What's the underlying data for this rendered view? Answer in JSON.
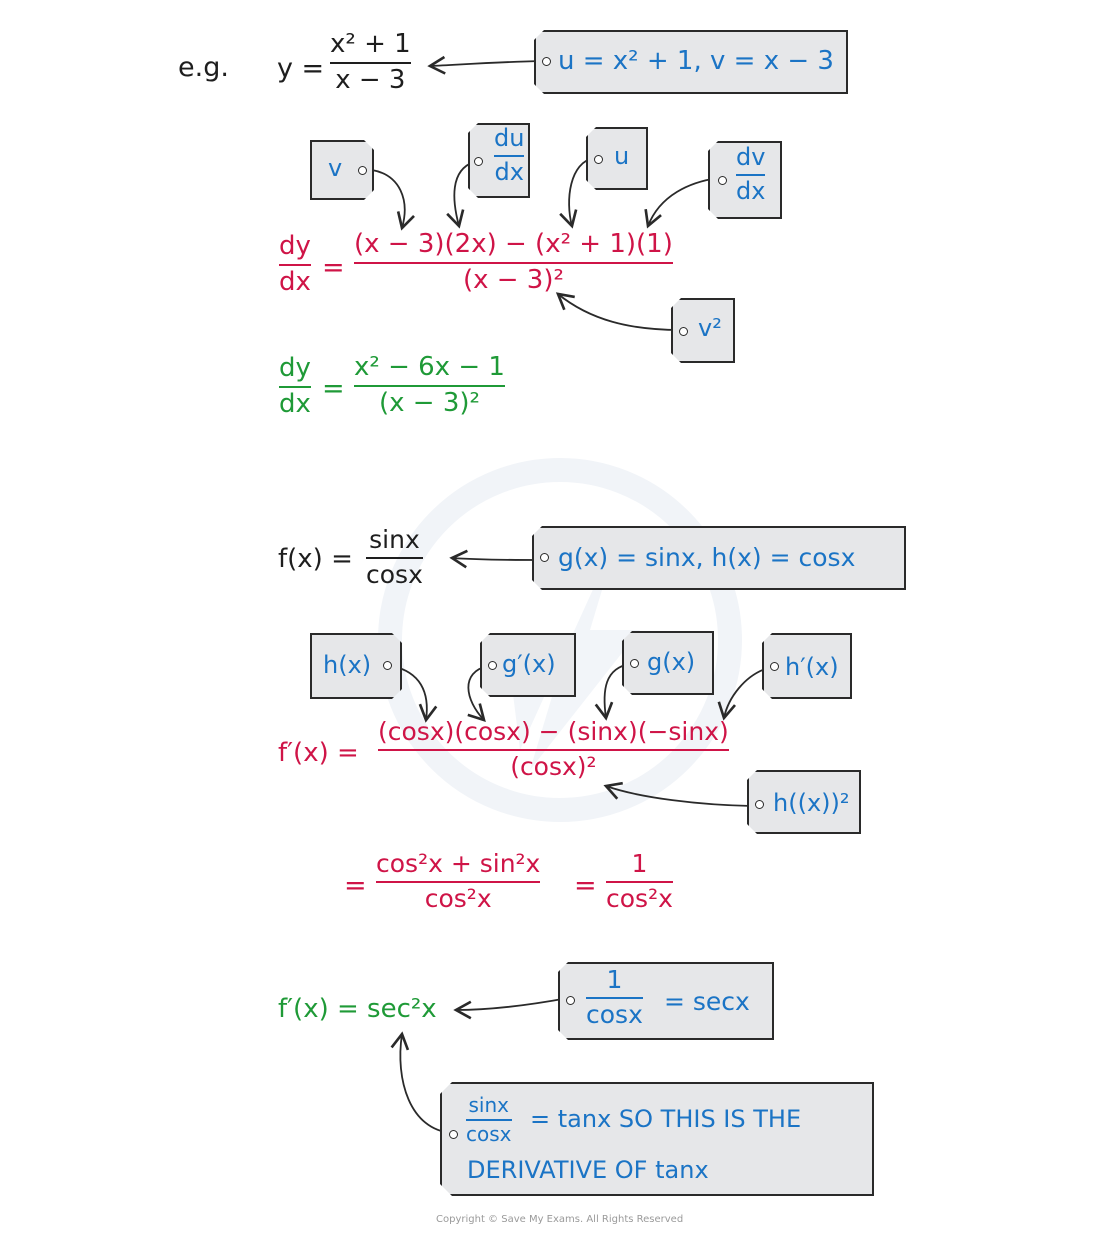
{
  "eg_label": "e.g.",
  "ex1": {
    "lhs": "y =",
    "num": "x² + 1",
    "den": "x − 3",
    "uv_tag": "u = x² + 1,   v = x − 3",
    "tag_v": "v",
    "tag_du_num": "du",
    "tag_du_den": "dx",
    "tag_u": "u",
    "tag_dv_num": "dv",
    "tag_dv_den": "dx",
    "tag_v2": "v²",
    "deriv_num": "dy",
    "deriv_den": "dx",
    "equals": "=",
    "quot_num": "(x − 3)(2x) − (x² + 1)(1)",
    "quot_den": "(x − 3)²",
    "res_num": "x² − 6x − 1",
    "res_den": "(x − 3)²"
  },
  "ex2": {
    "lhs": "f(x) =",
    "num": "sinx",
    "den": "cosx",
    "gh_tag": "g(x) = sinx,   h(x) = cosx",
    "tag_h": "h(x)",
    "tag_gprime": "g′(x)",
    "tag_g": "g(x)",
    "tag_hprime": "h′(x)",
    "tag_h2": "h((x))²",
    "fprime": "f′(x) =",
    "quot_num": "(cosx)(cosx) − (sinx)(−sinx)",
    "quot_den": "(cosx)²",
    "step_eq": "=",
    "step_num": "cos²x  +  sin²x",
    "step_den": "cos²x",
    "step_eq2": "=",
    "step2_num": "1",
    "step2_den": "cos²x",
    "final": "f′(x) = sec²x",
    "sec_tag_num": "1",
    "sec_tag_den": "cosx",
    "sec_tag_rhs": "= secx",
    "tan_tag_num": "sinx",
    "tan_tag_den": "cosx",
    "tan_tag_line1": "= tanx   SO  THIS  IS  THE",
    "tan_tag_line2": "DERIVATIVE  OF  tanx"
  },
  "copyright": "Copyright © Save My Exams. All Rights Reserved",
  "colors": {
    "black": "#1e1e1e",
    "red": "#cf1447",
    "green": "#1f9a37",
    "blue": "#1b74c5",
    "tag_fill": "#e6e7e9"
  }
}
